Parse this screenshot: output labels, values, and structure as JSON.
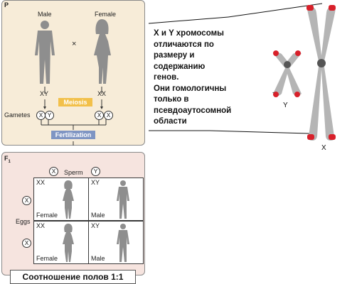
{
  "p_panel": {
    "label": "P",
    "male": "Male",
    "female": "Female",
    "cross": "×",
    "male_genotype": "XY",
    "female_genotype": "XX",
    "meiosis": "Meiosis",
    "gametes": "Gametes",
    "fertilization": "Fertilization"
  },
  "f_panel": {
    "label": "F",
    "label_sub": "1",
    "sperm": "Sperm",
    "eggs": "Eggs",
    "cells": [
      {
        "genotype": "XX",
        "sex": "Female"
      },
      {
        "genotype": "XY",
        "sex": "Male"
      },
      {
        "genotype": "XX",
        "sex": "Female"
      },
      {
        "genotype": "XY",
        "sex": "Male"
      }
    ]
  },
  "gamete_symbols": {
    "x": "X",
    "y": "Y"
  },
  "ratio": "Соотношение полов 1:1",
  "description": [
    "Х и Y хромосомы",
    "отличаются по",
    "размеру и",
    "содержанию",
    "генов.",
    "Они гомологичны",
    "только в",
    "псевдоаутосомной",
    "области"
  ],
  "chromosomes": {
    "y_label": "Y",
    "x_label": "X",
    "minus": "-"
  },
  "colors": {
    "p_bg": "#f7ecd8",
    "f_bg": "#f6e4df",
    "meiosis": "#f2c04a",
    "fertilization": "#7f95c3",
    "telomere": "#d8202a",
    "chromosome": "#b5b5b5",
    "centromere": "#555555"
  }
}
